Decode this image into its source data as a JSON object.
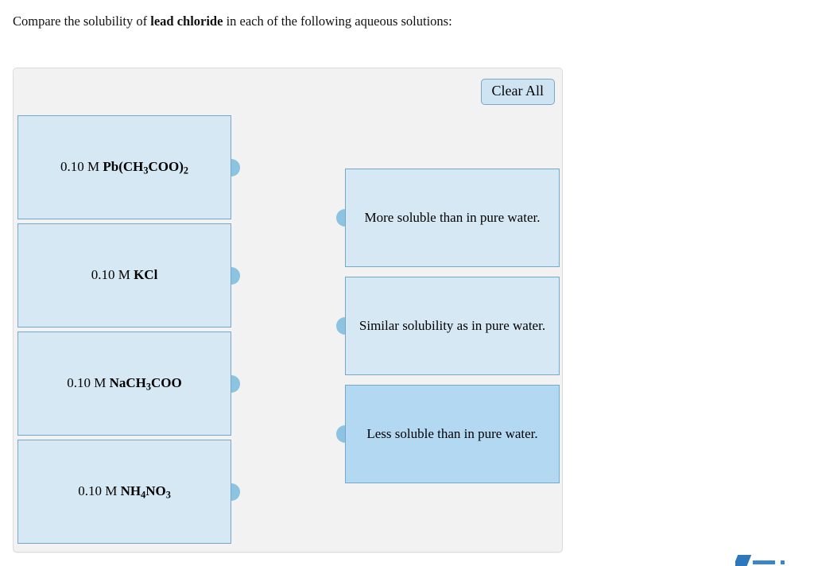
{
  "question": {
    "prefix": "Compare the solubility of ",
    "bold_term": "lead chloride",
    "suffix": " in each of the following aqueous solutions:"
  },
  "panel": {
    "clear_all_label": "Clear All",
    "background_color": "#f2f2f2",
    "border_color": "#d9dde2"
  },
  "colors": {
    "tile_fill": "#d6e8f4",
    "tile_fill_selected": "#b3d9f2",
    "tile_border": "#74a9c9",
    "knob": "#8cc3e0",
    "button_fill": "#cfe4f2",
    "button_border": "#7ba7c7"
  },
  "sources": [
    {
      "id": "pb-acetate",
      "concentration": "0.10 M ",
      "formula_html": "Pb(CH<sub>3</sub>COO)<sub>2</sub>",
      "plain_text": "0.10 M Pb(CH3COO)2",
      "selected": false
    },
    {
      "id": "kcl",
      "concentration": "0.10 M ",
      "formula_html": "KCl",
      "plain_text": "0.10 M KCl",
      "selected": false
    },
    {
      "id": "sodium-acetate",
      "concentration": "0.10 M ",
      "formula_html": "NaCH<sub>3</sub>COO",
      "plain_text": "0.10 M NaCH3COO",
      "selected": false
    },
    {
      "id": "ammonium-nitrate",
      "concentration": "0.10 M ",
      "formula_html": "NH<sub>4</sub>NO<sub>3</sub>",
      "plain_text": "0.10 M NH4NO3",
      "selected": false
    }
  ],
  "targets": [
    {
      "id": "more-soluble",
      "label": "More soluble than in pure water.",
      "selected": false
    },
    {
      "id": "similar-solubility",
      "label": "Similar solubility as in pure water.",
      "selected": false
    },
    {
      "id": "less-soluble",
      "label": "Less soluble than in pure water.",
      "selected": true
    }
  ],
  "corner_logo": {
    "name": "chegg-logo-fragment",
    "color": "#3b86c9"
  }
}
